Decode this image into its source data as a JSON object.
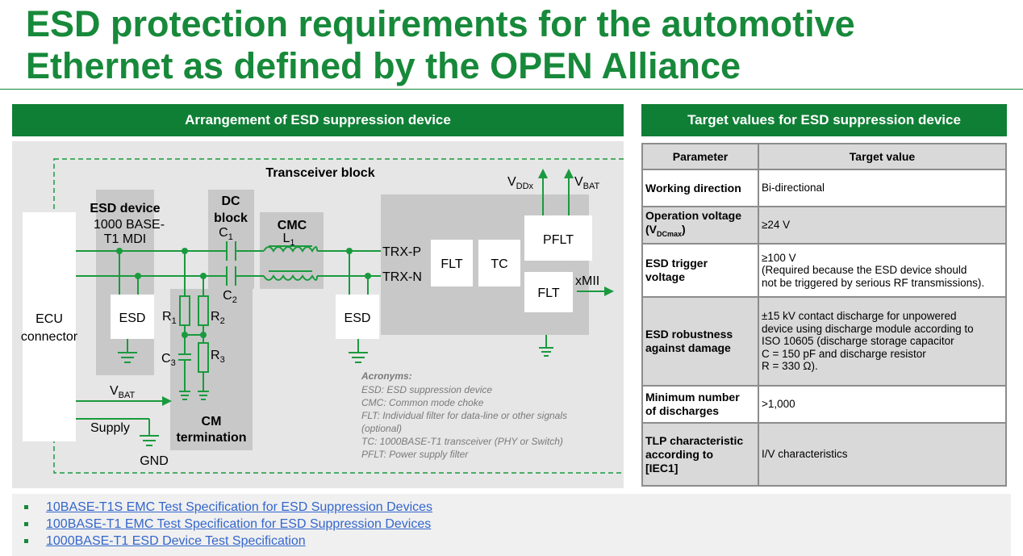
{
  "title_line1": "ESD protection requirements for the automotive",
  "title_line2": "Ethernet as defined by the OPEN Alliance",
  "left_header": "Arrangement of ESD suppression device",
  "right_header": "Target values for ESD suppression device",
  "diagram": {
    "transceiver_block": "Transceiver block",
    "ecu_line1": "ECU",
    "ecu_line2": "connector",
    "esd_device_title": "ESD device",
    "esd_device_sub1": "1000 BASE-",
    "esd_device_sub2": "T1 MDI",
    "dc_block_1": "DC",
    "dc_block_2": "block",
    "c1": "C",
    "c1_sub": "1",
    "c2": "C",
    "c2_sub": "2",
    "cmc": "CMC",
    "l1": "L",
    "l1_sub": "1",
    "esd_left": "ESD",
    "esd_right": "ESD",
    "r1": "R",
    "r1_sub": "1",
    "r2": "R",
    "r2_sub": "2",
    "r3": "R",
    "r3_sub": "3",
    "c3": "C",
    "c3_sub": "3",
    "cm_term_1": "CM",
    "cm_term_2": "termination",
    "vbat_left": "V",
    "vbat_left_sub": "BAT",
    "supply": "Supply",
    "gnd": "GND",
    "trx_p": "TRX-P",
    "trx_n": "TRX-N",
    "flt_1": "FLT",
    "tc": "TC",
    "pflt": "PFLT",
    "flt_2": "FLT",
    "xmii": "xMII",
    "vddx": "V",
    "vddx_sub": "DDx",
    "vbat_top": "V",
    "vbat_top_sub": "BAT",
    "acronyms_title": "Acronyms:",
    "acronyms": [
      "ESD: ESD suppression device",
      "CMC: Common mode choke",
      "FLT: Individual filter for data-line or other signals",
      "(optional)",
      "TC: 1000BASE-T1 transceiver (PHY or Switch)",
      "PFLT: Power supply filter"
    ]
  },
  "table": {
    "col_param": "Parameter",
    "col_value": "Target value",
    "rows": [
      {
        "param": [
          "Working direction"
        ],
        "value": [
          "Bi-directional"
        ]
      },
      {
        "param": [
          "Operation voltage",
          "(V",
          "DCmax",
          ")"
        ],
        "value": [
          "≥24 V"
        ]
      },
      {
        "param": [
          "ESD trigger",
          "voltage"
        ],
        "value": [
          "≥100 V",
          "(Required because the ESD device should",
          "not be triggered by serious RF transmissions)."
        ]
      },
      {
        "param": [
          "ESD robustness",
          "against damage"
        ],
        "value": [
          "±15 kV contact discharge for unpowered",
          "device using discharge module according to",
          "ISO 10605 (discharge storage capacitor",
          "C = 150 pF and discharge resistor",
          "R = 330 Ω)."
        ]
      },
      {
        "param": [
          "Minimum number",
          "of discharges"
        ],
        "value": [
          ">1,000"
        ]
      },
      {
        "param": [
          "TLP characteristic",
          "according to",
          "[IEC1]"
        ],
        "value": [
          "I/V characteristics"
        ]
      }
    ]
  },
  "links": [
    "10BASE-T1S EMC Test Specification for ESD Suppression Devices",
    "100BASE-T1 EMC Test Specification for ESD Suppression Devices",
    "1000BASE-T1 ESD Device Test Specification"
  ],
  "colors": {
    "brand_green": "#17893a",
    "header_green": "#0f7f35",
    "wire_green": "#1a9a3e",
    "link_blue": "#3366cc"
  }
}
